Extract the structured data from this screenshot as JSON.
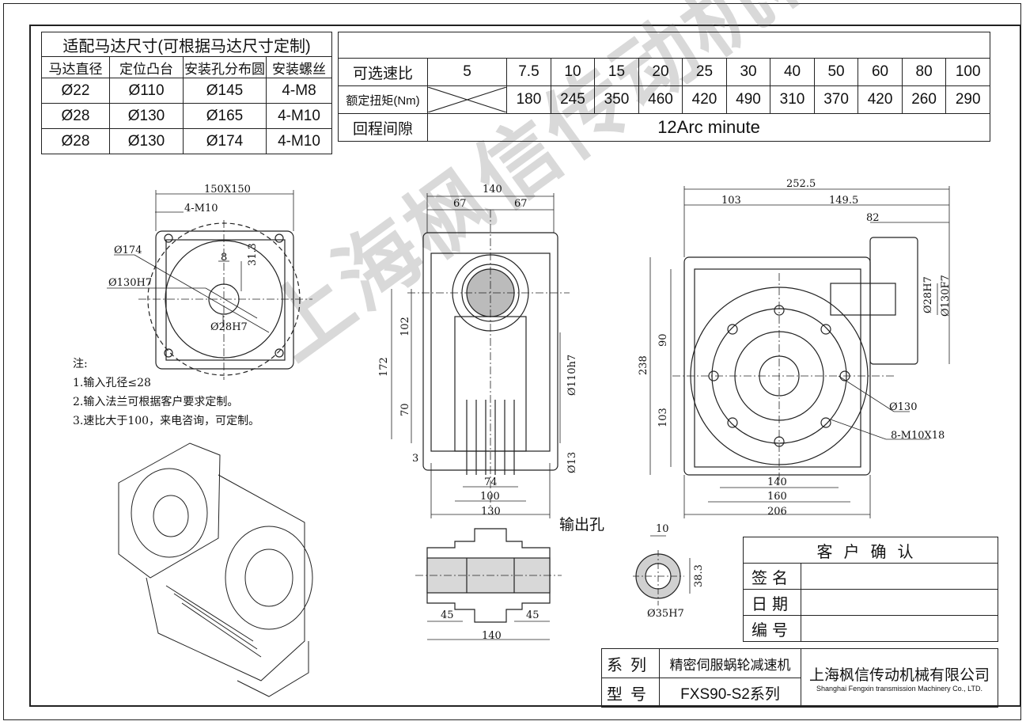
{
  "motor_table": {
    "title": "适配马达尺寸(可根据马达尺寸定制)",
    "headers": [
      "马达直径",
      "定位凸台",
      "安装孔分布圆",
      "安装螺丝"
    ],
    "rows": [
      [
        "Ø22",
        "Ø110",
        "Ø145",
        "4-M8"
      ],
      [
        "Ø28",
        "Ø130",
        "Ø165",
        "4-M10"
      ],
      [
        "Ø28",
        "Ø130",
        "Ø174",
        "4-M10"
      ]
    ]
  },
  "ratio_table": {
    "ratio_label": "可选速比",
    "ratios": [
      "5",
      "7.5",
      "10",
      "15",
      "20",
      "25",
      "30",
      "40",
      "50",
      "60",
      "80",
      "100"
    ],
    "torque_label": "额定扭矩(Nm)",
    "torques": [
      "",
      "180",
      "245",
      "350",
      "460",
      "420",
      "490",
      "310",
      "370",
      "420",
      "260",
      "290"
    ],
    "backlash_label": "回程间隙",
    "backlash_value": "12Arc minute"
  },
  "dims": {
    "d150x150": "150X150",
    "d4m10": "4-M10",
    "d174": "Ø174",
    "d130h7": "Ø130H7",
    "d8": "8",
    "d31_3": "31.3",
    "d28h7": "Ø28H7",
    "d140": "140",
    "d67a": "67",
    "d67b": "67",
    "d102": "102",
    "d172": "172",
    "d70": "70",
    "d3": "3",
    "d110h7": "Ø110h7",
    "d13": "Ø13",
    "d74": "74",
    "d100": "100",
    "d130": "130",
    "d252_5": "252.5",
    "d103a": "103",
    "d149_5": "149.5",
    "d82": "82",
    "d28h7b": "Ø28H7",
    "d130f7": "Ø130F7",
    "d90": "90",
    "d238": "238",
    "d103b": "103",
    "d130c": "Ø130",
    "d8m10x18": "8-M10X18",
    "d140b": "140",
    "d160": "160",
    "d206": "206",
    "d10": "10",
    "d38_3": "38.3",
    "d35h7": "Ø35H7",
    "d45a": "45",
    "d45b": "45",
    "d140c": "140"
  },
  "output_hole_label": "输出孔",
  "notes": {
    "title": "注:",
    "items": [
      "1.输入孔径≤28",
      "2.输入法兰可根据客户要求定制。",
      "3.速比大于100，来电咨询，可定制。"
    ]
  },
  "confirm": {
    "title": "客户确认",
    "sign": "签名",
    "date": "日期",
    "number": "编号"
  },
  "title_block": {
    "series_label": "系列",
    "series_value": "精密伺服蜗轮减速机",
    "model_label": "型号",
    "model_value": "FXS90-S2系列",
    "company_cn": "上海枫信传动机械有限公司",
    "company_en": "Shanghai Fengxin transmission Machinery Co., LTD."
  },
  "watermark": "上海枫信传动机械有限公司"
}
